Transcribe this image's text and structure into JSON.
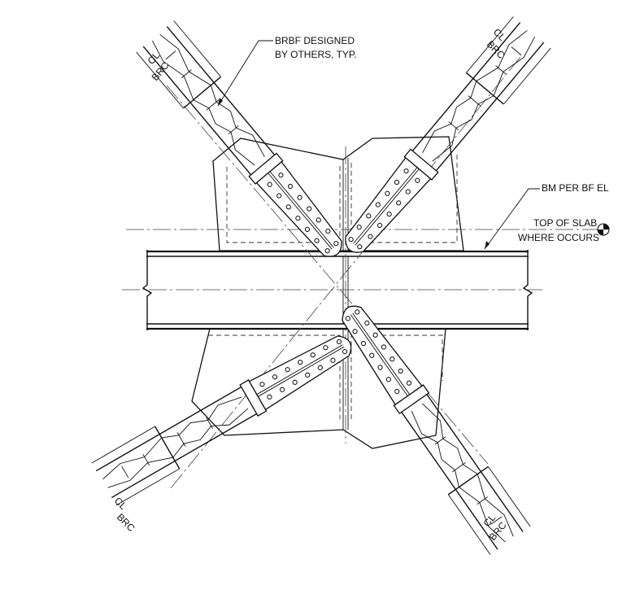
{
  "labels": {
    "brbf_line1": "BRBF DESIGNED",
    "brbf_line2": "BY OTHERS, TYP.",
    "beam": "BM PER BF EL",
    "slab_line1": "TOP OF SLAB",
    "slab_line2": "WHERE OCCURS",
    "centerline": "CL",
    "brace": "BRC"
  }
}
